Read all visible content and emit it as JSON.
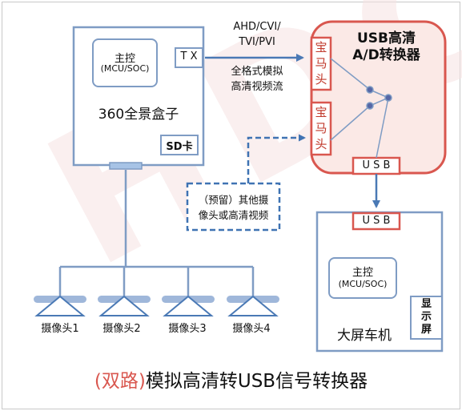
{
  "colors": {
    "line": "#7f9cc4",
    "arrow": "#4a79b5",
    "converter_border": "#d9574f",
    "converter_fill": "#fbe9e6",
    "title_red": "#d9574f",
    "watermark": "#f3dada",
    "dashed": "#3f73b3"
  },
  "box360": {
    "mcu_title": "主控",
    "mcu_sub": "(MCU/SOC)",
    "tx": "T X",
    "name": "360全景盒子",
    "sd": "SD卡"
  },
  "signal": {
    "formats_line1": "AHD/CVI/",
    "formats_line2": "TVI/PVI",
    "desc_line1": "全格式模拟",
    "desc_line2": "高清视频流"
  },
  "converter": {
    "title_line1": "USB高清",
    "title_line2": "A/D转换器",
    "conn_top": "宝马头",
    "conn_bottom": "宝马头",
    "usb": "U S B"
  },
  "reserved": {
    "line1": "（预留）其他摄",
    "line2": "像头或高清视频"
  },
  "head_unit": {
    "usb": "U S B",
    "mcu_title": "主控",
    "mcu_sub": "(MCU/SOC)",
    "display": "显示屏",
    "name": "大屏车机"
  },
  "cameras": [
    "摄像头1",
    "摄像头2",
    "摄像头3",
    "摄像头4"
  ],
  "footer": {
    "prefix": "(双路)",
    "title": "模拟高清转USB信号转换器"
  },
  "watermark_text": "HDC"
}
